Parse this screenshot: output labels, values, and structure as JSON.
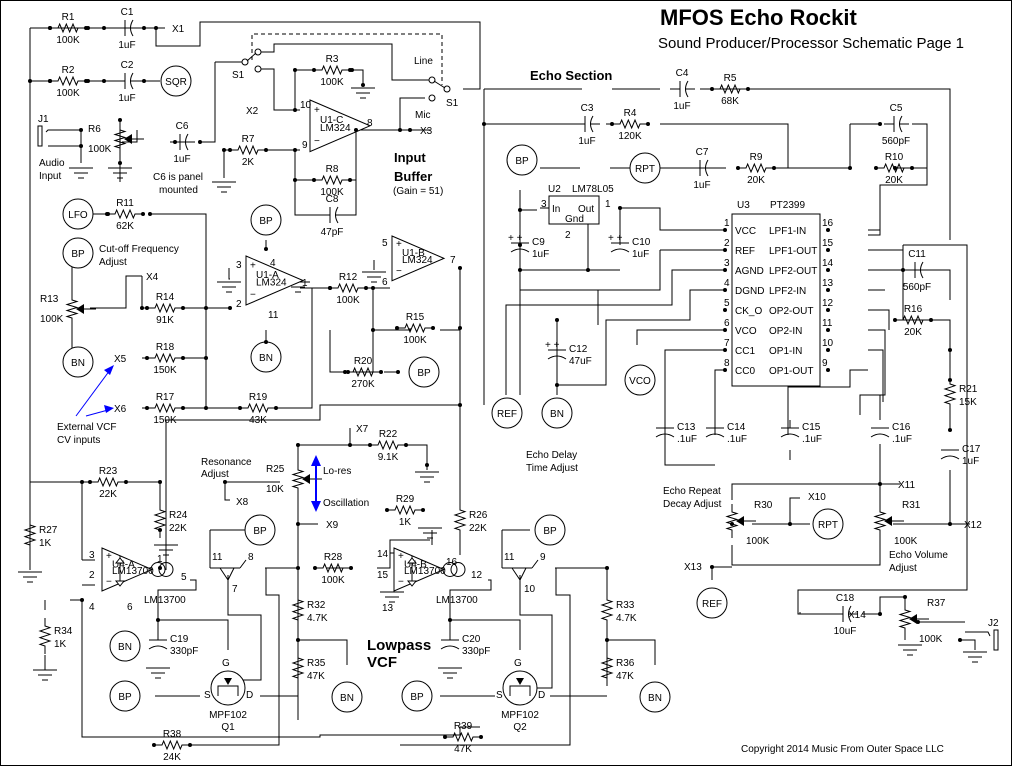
{
  "header": {
    "title": "MFOS Echo Rockit",
    "subtitle": "Sound Producer/Processor Schematic Page 1"
  },
  "sections": {
    "echo": "Echo Section",
    "input_buffer_1": "Input",
    "input_buffer_2": "Buffer",
    "input_buffer_gain": "(Gain = 51)",
    "lowpass_1": "Lowpass",
    "lowpass_2": "VCF"
  },
  "notes": {
    "audio_input_1": "Audio",
    "audio_input_2": "Input",
    "c6_note_1": "C6 is panel",
    "c6_note_2": "mounted",
    "cutoff_1": "Cut-off Frequency",
    "cutoff_2": "Adjust",
    "ext_vcf_1": "External VCF",
    "ext_vcf_2": "CV inputs",
    "resonance_1": "Resonance",
    "resonance_2": "Adjust",
    "lores": "Lo-res",
    "oscillation": "Oscillation",
    "echo_delay_1": "Echo Delay",
    "echo_delay_2": "Time Adjust",
    "echo_repeat_1": "Echo Repeat",
    "echo_repeat_2": "Decay Adjust",
    "echo_volume_1": "Echo Volume",
    "echo_volume_2": "Adjust",
    "line": "Line",
    "mic": "Mic",
    "copyright": "Copyright 2014 Music From Outer Space LLC"
  },
  "switch": {
    "s1": "S1"
  },
  "jacks": {
    "j1": "J1",
    "j2": "J2"
  },
  "resistors": {
    "R1": {
      "ref": "R1",
      "val": "100K"
    },
    "R2": {
      "ref": "R2",
      "val": "100K"
    },
    "R3": {
      "ref": "R3",
      "val": "100K"
    },
    "R4": {
      "ref": "R4",
      "val": "120K"
    },
    "R5": {
      "ref": "R5",
      "val": "68K"
    },
    "R6": {
      "ref": "R6",
      "val": "100K"
    },
    "R7": {
      "ref": "R7",
      "val": "2K"
    },
    "R8": {
      "ref": "R8",
      "val": "100K"
    },
    "R9": {
      "ref": "R9",
      "val": "20K"
    },
    "R10": {
      "ref": "R10",
      "val": "20K"
    },
    "R11": {
      "ref": "R11",
      "val": "62K"
    },
    "R12": {
      "ref": "R12",
      "val": "100K"
    },
    "R13": {
      "ref": "R13",
      "val": "100K"
    },
    "R14": {
      "ref": "R14",
      "val": "91K"
    },
    "R15": {
      "ref": "R15",
      "val": "100K"
    },
    "R16": {
      "ref": "R16",
      "val": "20K"
    },
    "R17": {
      "ref": "R17",
      "val": "150K"
    },
    "R18": {
      "ref": "R18",
      "val": "150K"
    },
    "R19": {
      "ref": "R19",
      "val": "43K"
    },
    "R20": {
      "ref": "R20",
      "val": "270K"
    },
    "R21": {
      "ref": "R21",
      "val": "15K"
    },
    "R22": {
      "ref": "R22",
      "val": "9.1K"
    },
    "R23": {
      "ref": "R23",
      "val": "22K"
    },
    "R24": {
      "ref": "R24",
      "val": "22K"
    },
    "R25": {
      "ref": "R25",
      "val": "10K"
    },
    "R26": {
      "ref": "R26",
      "val": "22K"
    },
    "R27": {
      "ref": "R27",
      "val": "1K"
    },
    "R28": {
      "ref": "R28",
      "val": "100K"
    },
    "R29": {
      "ref": "R29",
      "val": "1K"
    },
    "R30": {
      "ref": "R30",
      "val": "100K"
    },
    "R31": {
      "ref": "R31",
      "val": "100K"
    },
    "R32": {
      "ref": "R32",
      "val": "4.7K"
    },
    "R33": {
      "ref": "R33",
      "val": "4.7K"
    },
    "R34": {
      "ref": "R34",
      "val": "1K"
    },
    "R35": {
      "ref": "R35",
      "val": "47K"
    },
    "R36": {
      "ref": "R36",
      "val": "47K"
    },
    "R37": {
      "ref": "R37",
      "val": "100K"
    },
    "R38": {
      "ref": "R38",
      "val": "24K"
    },
    "R39": {
      "ref": "R39",
      "val": "47K"
    }
  },
  "capacitors": {
    "C1": {
      "ref": "C1",
      "val": "1uF"
    },
    "C2": {
      "ref": "C2",
      "val": "1uF"
    },
    "C3": {
      "ref": "C3",
      "val": "1uF"
    },
    "C4": {
      "ref": "C4",
      "val": "1uF"
    },
    "C5": {
      "ref": "C5",
      "val": "560pF"
    },
    "C6": {
      "ref": "C6",
      "val": "1uF"
    },
    "C7": {
      "ref": "C7",
      "val": "1uF"
    },
    "C8": {
      "ref": "C8",
      "val": "47pF"
    },
    "C9": {
      "ref": "C9",
      "val": "1uF"
    },
    "C10": {
      "ref": "C10",
      "val": "1uF"
    },
    "C11": {
      "ref": "C11",
      "val": "560pF"
    },
    "C12": {
      "ref": "C12",
      "val": "47uF"
    },
    "C13": {
      "ref": "C13",
      "val": ".1uF"
    },
    "C14": {
      "ref": "C14",
      "val": ".1uF"
    },
    "C15": {
      "ref": "C15",
      "val": ".1uF"
    },
    "C16": {
      "ref": "C16",
      "val": ".1uF"
    },
    "C17": {
      "ref": "C17",
      "val": "1uF"
    },
    "C18": {
      "ref": "C18",
      "val": "10uF"
    },
    "C19": {
      "ref": "C19",
      "val": "330pF"
    },
    "C20": {
      "ref": "C20",
      "val": "330pF"
    }
  },
  "opamps": {
    "U1A": {
      "ref": "U1-A",
      "part": "LM324",
      "p_plus": "3",
      "p_minus": "2",
      "p_out": "1",
      "p_vp": "4",
      "p_vn": "11"
    },
    "U1B": {
      "ref": "U1-B",
      "part": "LM324",
      "p_plus": "5",
      "p_minus": "6",
      "p_out": "7"
    },
    "U1C": {
      "ref": "U1-C",
      "part": "LM324",
      "p_plus": "10",
      "p_minus": "9",
      "p_out": "8"
    },
    "U4A": {
      "ref": "U4-A",
      "part": "LM13700",
      "p_plus": "3",
      "p_bias": "2",
      "p_minus": "4",
      "p_out": "5",
      "p_abc": "1",
      "p_vn": "6"
    },
    "U4B": {
      "ref": "U4-B",
      "part": "LM13700",
      "p_plus": "14",
      "p_bias": "15",
      "p_minus": "13",
      "p_out": "12",
      "p_abc": "16"
    }
  },
  "regulator": {
    "ref": "U2",
    "part": "LM78L05",
    "in": "In",
    "out": "Out",
    "gnd": "Gnd",
    "p_in": "3",
    "p_out": "1",
    "p_gnd": "2"
  },
  "pt2399": {
    "ref": "U3",
    "part": "PT2399",
    "left_pins": [
      {
        "num": "1",
        "name": "VCC"
      },
      {
        "num": "2",
        "name": "REF"
      },
      {
        "num": "3",
        "name": "AGND"
      },
      {
        "num": "4",
        "name": "DGND"
      },
      {
        "num": "5",
        "name": "CK_O"
      },
      {
        "num": "6",
        "name": "VCO"
      },
      {
        "num": "7",
        "name": "CC1"
      },
      {
        "num": "8",
        "name": "CC0"
      }
    ],
    "right_pins": [
      {
        "num": "16",
        "name": "LPF1-IN"
      },
      {
        "num": "15",
        "name": "LPF1-OUT"
      },
      {
        "num": "14",
        "name": "LPF2-OUT"
      },
      {
        "num": "13",
        "name": "LPF2-IN"
      },
      {
        "num": "12",
        "name": "OP2-OUT"
      },
      {
        "num": "11",
        "name": "OP2-IN"
      },
      {
        "num": "10",
        "name": "OP1-IN"
      },
      {
        "num": "9",
        "name": "OP1-OUT"
      }
    ]
  },
  "transistors": {
    "Q1": {
      "ref": "Q1",
      "part": "MPF102",
      "g": "G",
      "s": "S",
      "d": "D"
    },
    "Q2": {
      "ref": "Q2",
      "part": "MPF102",
      "g": "G",
      "s": "S",
      "d": "D"
    },
    "TA": {
      "c": "11",
      "e": "8",
      "b": "7"
    },
    "TB": {
      "c": "11",
      "e": "9",
      "b": "10"
    }
  },
  "ports": {
    "X1": "X1",
    "X2": "X2",
    "X3": "X3",
    "X4": "X4",
    "X5": "X5",
    "X6": "X6",
    "X7": "X7",
    "X8": "X8",
    "X9": "X9",
    "X10": "X10",
    "X11": "X11",
    "X12": "X12",
    "X13": "X13",
    "X14": "X14"
  },
  "nets": {
    "SQR": "SQR",
    "LFO": "LFO",
    "BP": "BP",
    "BN": "BN",
    "RPT": "RPT",
    "REF": "REF",
    "VCO": "VCO"
  }
}
